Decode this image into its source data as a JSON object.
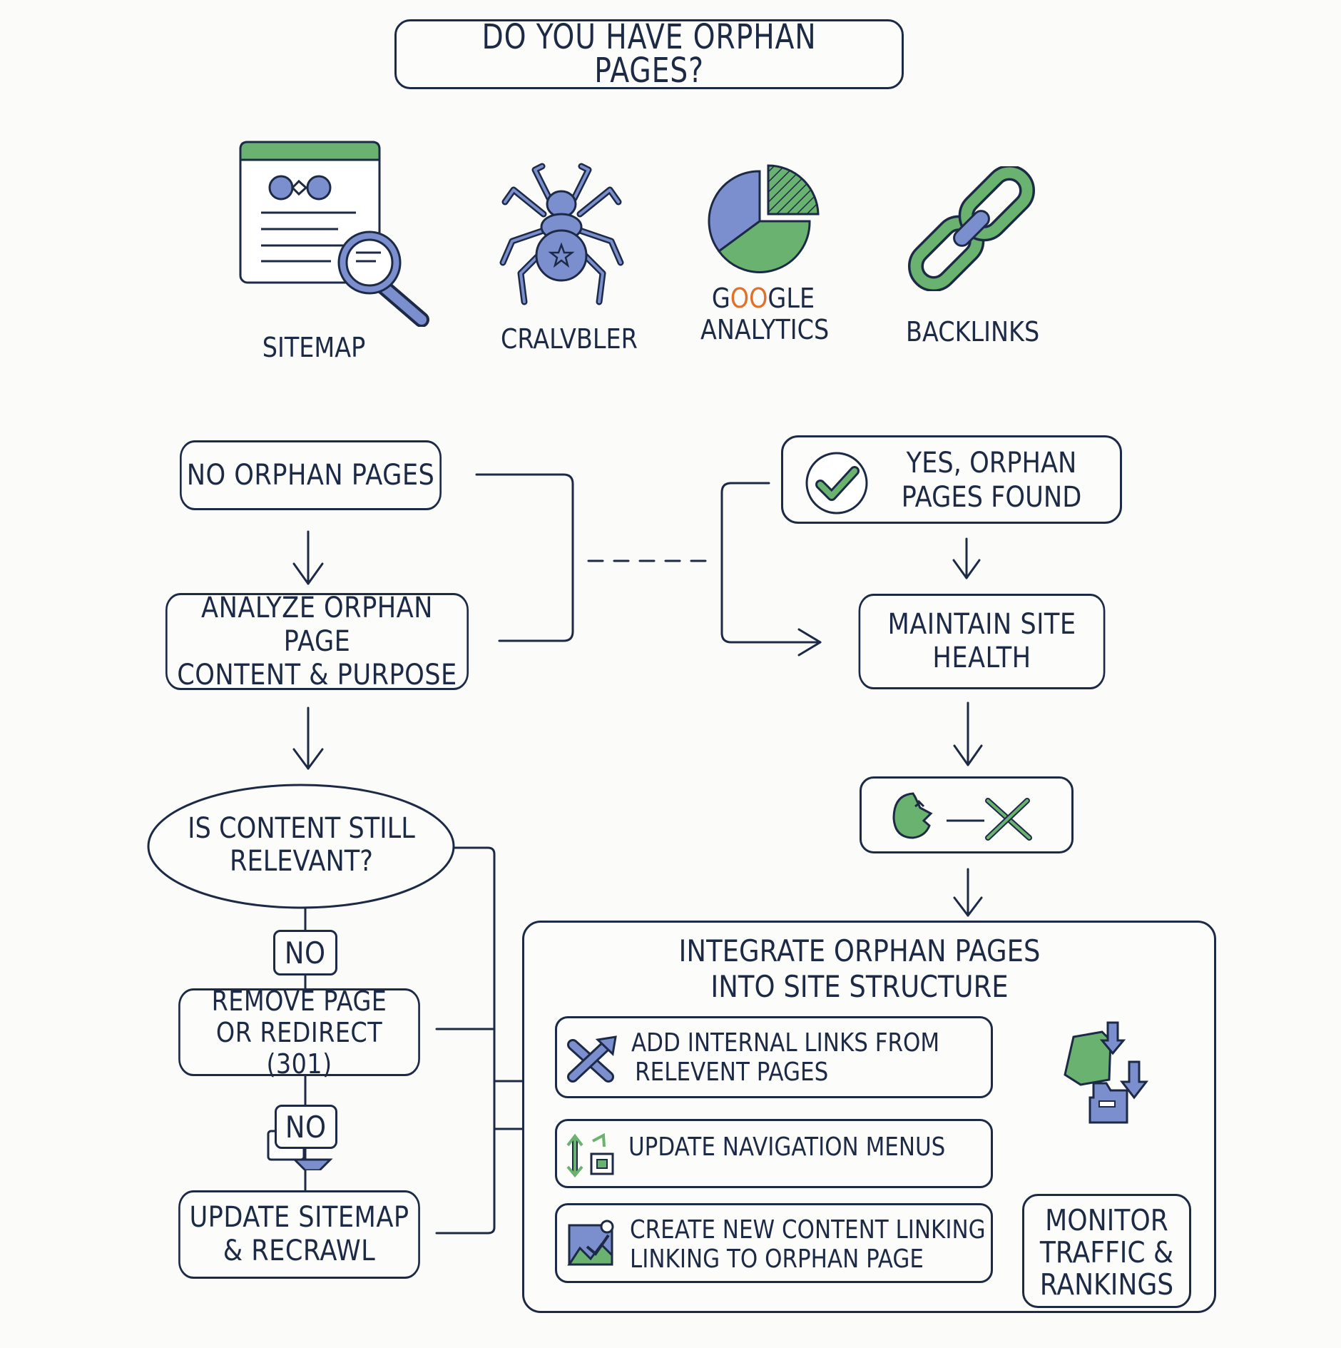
{
  "title": "DO YOU HAVE ORPHAN PAGES?",
  "tools": [
    {
      "name": "SITEMAP",
      "icon": "sitemap-page-magnifier-icon"
    },
    {
      "name": "CRALVBLER",
      "icon": "spider-crawler-icon"
    },
    {
      "name_line1": "GOOGLE",
      "name_line2": "ANALYTICS",
      "icon": "pie-chart-icon"
    },
    {
      "name": "BACKLINKS",
      "icon": "chain-link-icon"
    }
  ],
  "nodes": {
    "no_orphan": "NO ORPHAN PAGES",
    "analyze_l1": "ANALYZE ORPHAN PAGE",
    "analyze_l2": "CONTENT & PURPOSE",
    "relevant_l1": "IS CONTENT STILL",
    "relevant_l2": "RELEVANT?",
    "no_label_1": "NO",
    "remove_l1": "REMOVE PAGE",
    "remove_l2": "OR REDIRECT (301)",
    "no_label_2": "NO",
    "update_sitemap_l1": "UPDATE SITEMAP",
    "update_sitemap_l2": "& RECRAWL",
    "yes_found_l1": "YES, ORPHAN",
    "yes_found_l2": "PAGES FOUND",
    "maintain_l1": "MAINTAIN SITE",
    "maintain_l2": "HEALTH",
    "integrate_l1": "INTEGRATE ORPHAN PAGES",
    "integrate_l2": "INTO SITE STRUCTURE",
    "step1_l1": "ADD INTERNAL LINKS FROM",
    "step1_l2": "RELEVENT PAGES",
    "step2": "UPDATE NAVIGATION MENUS",
    "step3_l1": "CREATE NEW CONTENT LINKING",
    "step3_l2": "LINKING TO ORPHAN PAGE",
    "monitor_l1": "MONITOR",
    "monitor_l2": "TRAFFIC &",
    "monitor_l3": "RANKINGS"
  },
  "colors": {
    "ink": "#1d2a45",
    "green": "#5fa86a",
    "blue": "#7b8fcf",
    "google_orange": "#e0702a"
  }
}
